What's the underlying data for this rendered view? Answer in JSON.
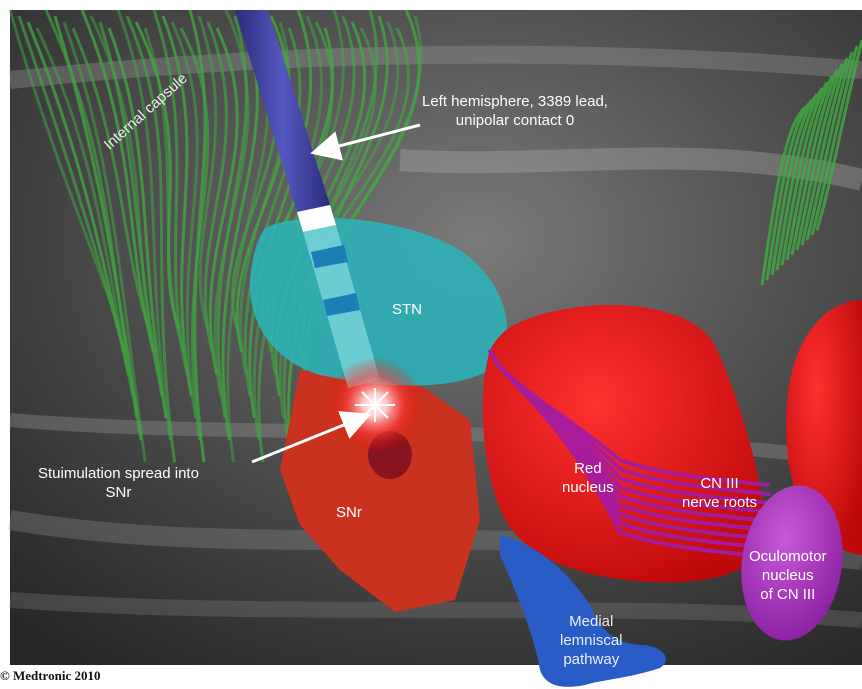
{
  "labels": {
    "internal_capsule": "Internal capsule",
    "lead_line1": "Left hemisphere, 3389 lead,",
    "lead_line2": "unipolar contact 0",
    "stn": "STN",
    "stim_line1": "Stuimulation spread into",
    "stim_line2": "SNr",
    "snr": "SNr",
    "red_line1": "Red",
    "red_line2": "nucleus",
    "cn3_line1": "CN III",
    "cn3_line2": "nerve roots",
    "oculo_line1": "Oculomotor",
    "oculo_line2": "nucleus",
    "oculo_line3": "of CN III",
    "medial_line1": "Medial",
    "medial_line2": "lemniscal",
    "medial_line3": "pathway"
  },
  "copyright": "© Medtronic 2010",
  "colors": {
    "fibers": "#3fae3f",
    "lead": "#3c3f9a",
    "stn": "#2bb3b8",
    "snr": "#c8321e",
    "red_nucleus": "#e51a1a",
    "cn3_roots": "#a11ca8",
    "oculomotor": "#b03cc4",
    "medial_lemniscus": "#2a5cc8",
    "background": "#4a4a4a"
  }
}
